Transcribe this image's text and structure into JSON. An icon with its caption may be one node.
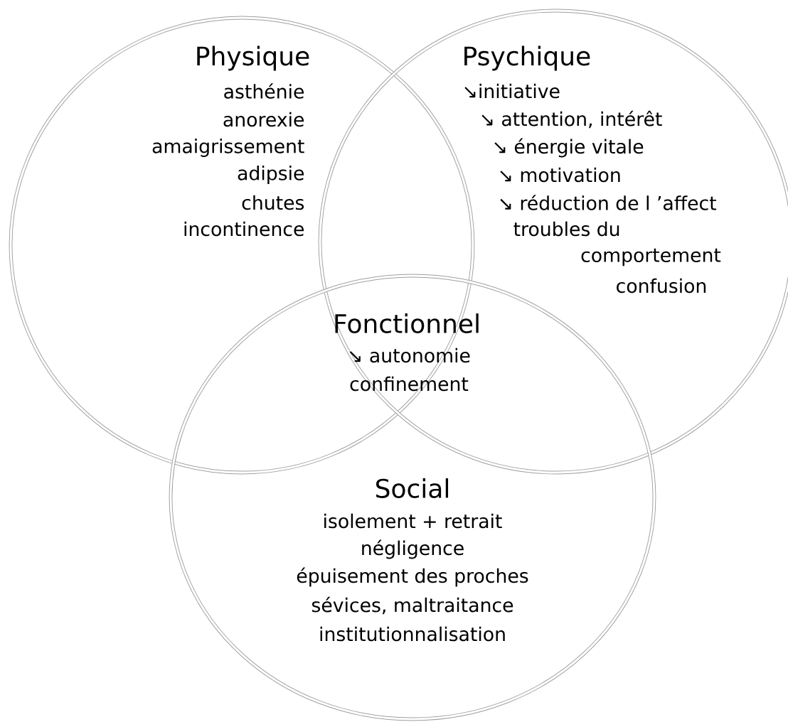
{
  "diagram": {
    "nodes": [
      {
        "text": [
          "Physique",
          "asthénie",
          "anorexie",
          "amaigrissement",
          "adipsie",
          "chutes",
          "incontinence"
        ]
      },
      {
        "text": [
          "Psychique",
          "↘initiative",
          "↘ attention, intérêt",
          "↘ énergie vitale",
          "↘ motivation",
          "↘ réduction de l ’affect",
          "troubles du",
          "comportement",
          "confusion"
        ]
      },
      {
        "text": [
          "Social",
          "isolement + retrait",
          "négligence",
          "épuisement des proches",
          "sévices, maltraitance",
          "institutionnalisation"
        ]
      }
    ],
    "edges": [],
    "labels": [
      "Fonctionnel",
      "↘ autonomie",
      "confinement"
    ]
  }
}
